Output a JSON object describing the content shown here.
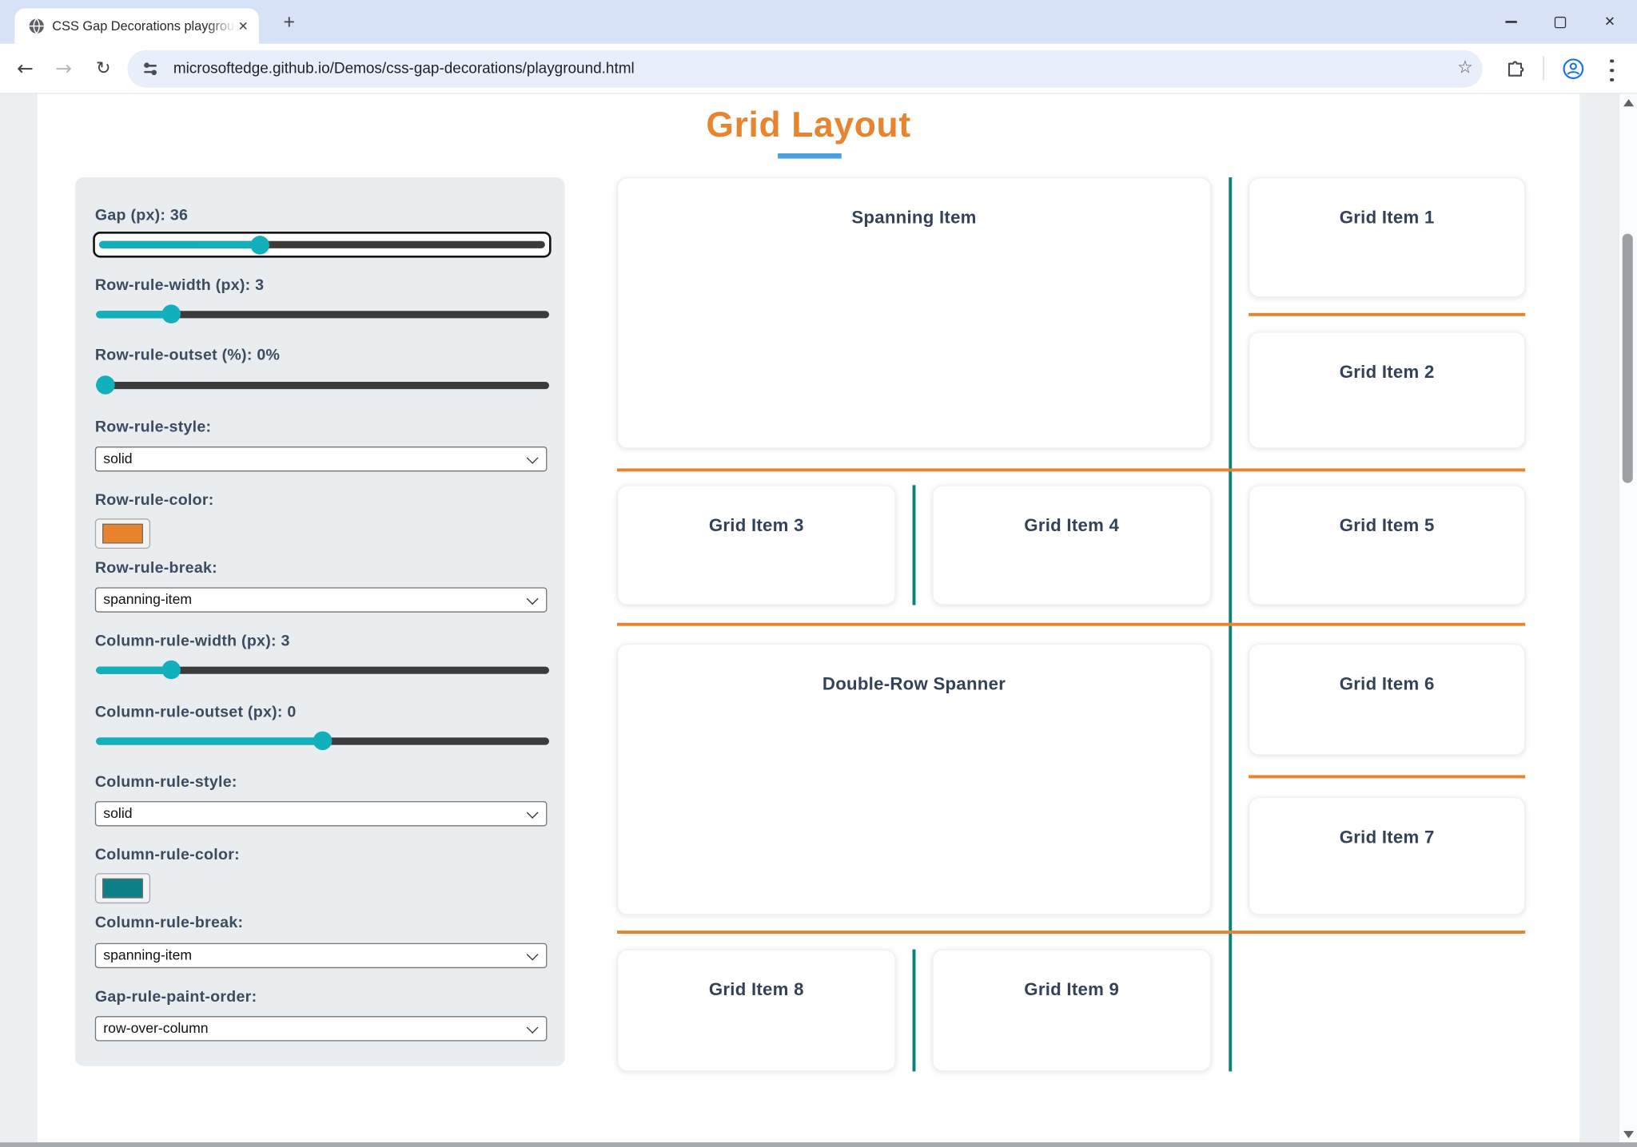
{
  "browser": {
    "tab": {
      "title": "CSS Gap Decorations playground"
    },
    "new_tab_label": "+",
    "address": {
      "url": "microsoftedge.github.io/Demos/css-gap-decorations/playground.html"
    }
  },
  "page": {
    "title": "Grid Layout",
    "sidebar": {
      "controls": [
        {
          "type": "slider",
          "label": "Gap (px): 36",
          "value": 36,
          "percent": 36,
          "focused": true
        },
        {
          "type": "slider",
          "label": "Row-rule-width (px): 3",
          "value": 3,
          "percent": 16.5
        },
        {
          "type": "slider",
          "label": "Row-rule-outset (%): 0%",
          "value": "0%",
          "percent": 2
        },
        {
          "type": "select",
          "label": "Row-rule-style:",
          "value": "solid"
        },
        {
          "type": "color",
          "label": "Row-rule-color:",
          "value": "#e8842d"
        },
        {
          "type": "select",
          "label": "Row-rule-break:",
          "value": "spanning-item"
        },
        {
          "type": "slider",
          "label": "Column-rule-width (px): 3",
          "value": 3,
          "percent": 16.5
        },
        {
          "type": "slider",
          "label": "Column-rule-outset (px): 0",
          "value": 0,
          "percent": 50
        },
        {
          "type": "select",
          "label": "Column-rule-style:",
          "value": "solid"
        },
        {
          "type": "color",
          "label": "Column-rule-color:",
          "value": "#0d8087"
        },
        {
          "type": "select",
          "label": "Column-rule-break:",
          "value": "spanning-item"
        },
        {
          "type": "select",
          "label": "Gap-rule-paint-order:",
          "value": "row-over-column"
        }
      ]
    },
    "grid": {
      "items": [
        {
          "label": "Spanning Item"
        },
        {
          "label": "Grid Item 1"
        },
        {
          "label": "Grid Item 2"
        },
        {
          "label": "Grid Item 3"
        },
        {
          "label": "Grid Item 4"
        },
        {
          "label": "Grid Item 5"
        },
        {
          "label": "Double-Row Spanner"
        },
        {
          "label": "Grid Item 6"
        },
        {
          "label": "Grid Item 7"
        },
        {
          "label": "Grid Item 8"
        },
        {
          "label": "Grid Item 9"
        }
      ]
    }
  },
  "colors": {
    "orange": "#e8842d",
    "underline": "#4aa0dc",
    "ctl_teal": "#12b0bd",
    "rule_teal": "#0d8087",
    "label": "#3b4b60",
    "cardtext": "#344259"
  }
}
